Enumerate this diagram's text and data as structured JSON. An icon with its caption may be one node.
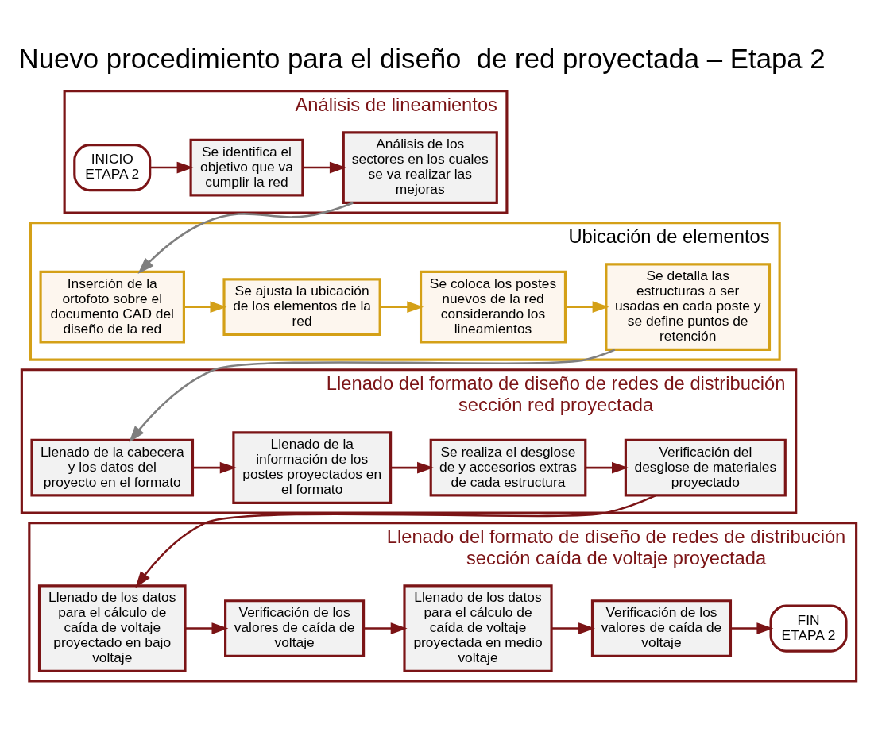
{
  "diagram": {
    "title": "Nuevo procedimiento para el diseño  de red proyectada – Etapa 2",
    "nodes": [
      {
        "text": [
          "Análisis de lineamientos"
        ]
      },
      {
        "text": [
          "INICIO ETAPA 2"
        ],
        "in": 0
      },
      {
        "text": [
          "Se identifica el objetivo que va cumplir la red"
        ],
        "in": 0
      },
      {
        "text": [
          "Análisis de los sectores en los cuales se va realizar las mejoras"
        ],
        "in": 0
      },
      {
        "text": [
          "Ubicación de elementos"
        ]
      },
      {
        "text": [
          "Inserción de la ortofoto sobre el documento CAD del diseño de la red"
        ],
        "in": 4
      },
      {
        "text": [
          "Se ajusta la ubicación de los elementos de la red"
        ],
        "in": 4
      },
      {
        "text": [
          "Se coloca los postes nuevos de la red considerando los lineamientos"
        ],
        "in": 4
      },
      {
        "text": [
          "Se detalla las estructuras a ser usadas en cada poste y se define puntos de retención"
        ],
        "in": 4
      },
      {
        "text": [
          "Llenado del formato de diseño de redes de distribución sección red proyectada"
        ]
      },
      {
        "text": [
          "Llenado de la cabecera y los datos del proyecto en el formato"
        ],
        "in": 9
      },
      {
        "text": [
          "Llenado de la información de los postes proyectados en el formato"
        ],
        "in": 9
      },
      {
        "text": [
          "Se realiza el desglose de y accesorios extras de cada estructura"
        ],
        "in": 9
      },
      {
        "text": [
          "Verificación del desglose de materiales proyectado"
        ],
        "in": 9
      },
      {
        "text": [
          "Llenado del formato de diseño de redes de distribución sección caída de voltaje proyectada"
        ]
      },
      {
        "text": [
          "Llenado de los datos para el cálculo de caída de voltaje proyectado en bajo voltaje"
        ],
        "in": 14
      },
      {
        "text": [
          "Verificación de los valores de caída de voltaje"
        ],
        "in": 14
      },
      {
        "text": [
          "Llenado de los datos para el cálculo de caída de voltaje proyectada en medio voltaje"
        ],
        "in": 14
      },
      {
        "text": [
          "Verificación de los valores de caída de voltaje"
        ],
        "in": 14
      },
      {
        "text": [
          "FIN ETAPA 2"
        ],
        "in": 14
      }
    ],
    "edges": [
      {
        "from": 1,
        "to": 2,
        "arrow": "to"
      },
      {
        "from": 2,
        "to": 3,
        "arrow": "to"
      },
      {
        "from": 3,
        "to": 5,
        "arrow": "to",
        "color": "#7f7f7f"
      },
      {
        "from": 5,
        "to": 6,
        "arrow": "to",
        "color": "#d4a017"
      },
      {
        "from": 6,
        "to": 7,
        "arrow": "to",
        "color": "#d4a017"
      },
      {
        "from": 7,
        "to": 8,
        "arrow": "to",
        "color": "#d4a017"
      },
      {
        "from": 8,
        "to": 10,
        "arrow": "to",
        "color": "#7f7f7f"
      },
      {
        "from": 10,
        "to": 11,
        "arrow": "to"
      },
      {
        "from": 11,
        "to": 12,
        "arrow": "to"
      },
      {
        "from": 12,
        "to": 13,
        "arrow": "to"
      },
      {
        "from": 13,
        "to": 15,
        "arrow": "to"
      },
      {
        "from": 15,
        "to": 16,
        "arrow": "to"
      },
      {
        "from": 16,
        "to": 17,
        "arrow": "to"
      },
      {
        "from": 17,
        "to": 18,
        "arrow": "to"
      },
      {
        "from": 18,
        "to": 19,
        "arrow": "to"
      }
    ]
  }
}
